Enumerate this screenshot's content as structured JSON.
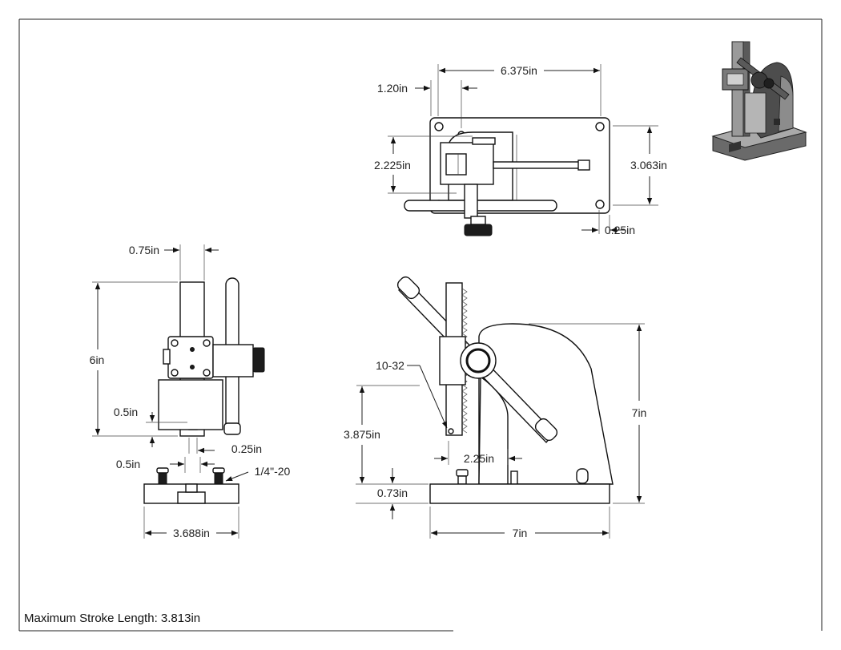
{
  "drawing": {
    "note": "Maximum Stroke Length: 3.813in"
  },
  "top_view": {
    "dims": {
      "width": "6.375in",
      "offset": "1.20in",
      "depth_inner": "2.225in",
      "depth": "3.063in",
      "edge": "0.25in"
    }
  },
  "front_view": {
    "dims": {
      "ram_width": "0.75in",
      "height": "6in",
      "ram_hole": "0.5in",
      "ram_gap": "0.25in",
      "ram_bottom": "0.5in",
      "thread": "1/4\"-20",
      "base_width": "3.688in"
    }
  },
  "side_view": {
    "dims": {
      "screw": "10-32",
      "ram_height": "3.875in",
      "throat": "2.25in",
      "base_thickness": "0.73in",
      "height": "7in",
      "base_length": "7in"
    }
  },
  "colors": {
    "line": "#111111",
    "iso_dark": "#3a3a3a",
    "iso_mid": "#7a7a7a",
    "iso_light": "#bcbcbc"
  }
}
